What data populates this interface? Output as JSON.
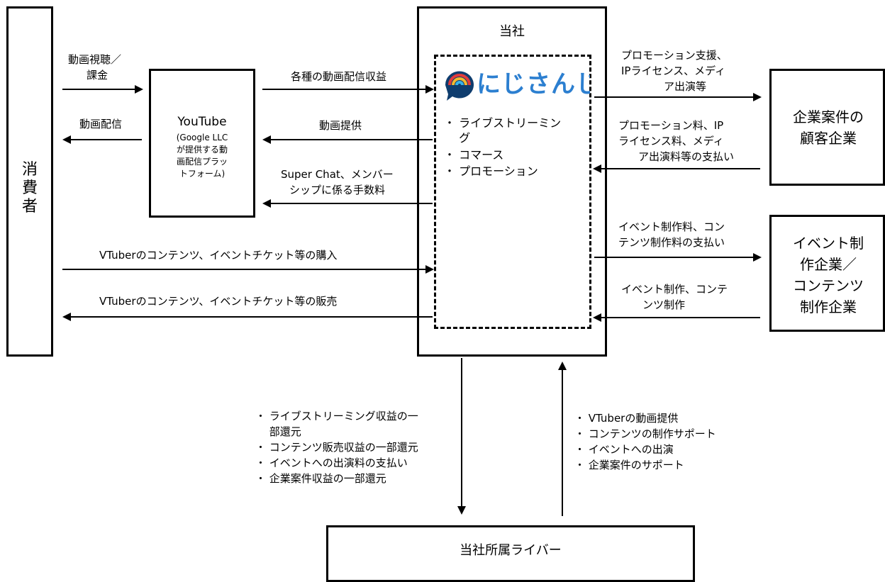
{
  "consumer": {
    "label": "消費者"
  },
  "youtube": {
    "title": "YouTube",
    "desc_lines": [
      "(Google LLC",
      "が提供する動",
      "画配信プラッ",
      "トフォーム)"
    ]
  },
  "company": {
    "title": "当社",
    "logo_text": "にじさんじ",
    "services": [
      "・ ライブストリーミン",
      "　 グ",
      "・ コマース",
      "・ プロモーション"
    ]
  },
  "clients": {
    "lines": [
      "企業案件の",
      "顧客企業"
    ]
  },
  "producers": {
    "lines": [
      "イベント制",
      "作企業／",
      "コンテンツ",
      "制作企業"
    ]
  },
  "livers": {
    "label": "当社所属ライバー"
  },
  "arrows": {
    "consumer_to_youtube": [
      "動画視聴／",
      "課金"
    ],
    "youtube_to_consumer": "動画配信",
    "youtube_to_company": "各種の動画配信収益",
    "company_to_youtube": "動画提供",
    "superchat": [
      "Super Chat、メンバー",
      "シップに係る手数料"
    ],
    "consumer_purchase": "VTuberのコンテンツ、イベントチケット等の購入",
    "company_sale": "VTuberのコンテンツ、イベントチケット等の販売",
    "to_clients": [
      "プロモーション支援、",
      "IPライセンス、メディ",
      "ア出演等"
    ],
    "from_clients": [
      "プロモーション料、IP",
      "ライセンス料、メディ",
      "ア出演料等の支払い"
    ],
    "to_producers": [
      "イベント制作料、コン",
      "テンツ制作料の支払い"
    ],
    "from_producers": [
      "イベント制作、コンテ",
      "ンツ制作"
    ],
    "to_livers": [
      "・ ライブストリーミング収益の一",
      "　 部還元",
      "・ コンテンツ販売収益の一部還元",
      "・ イベントへの出演料の支払い",
      "・ 企業案件収益の一部還元"
    ],
    "from_livers": [
      "・ VTuberの動画提供",
      "・ コンテンツの制作サポート",
      "・ イベントへの出演",
      "・ 企業案件のサポート"
    ]
  }
}
